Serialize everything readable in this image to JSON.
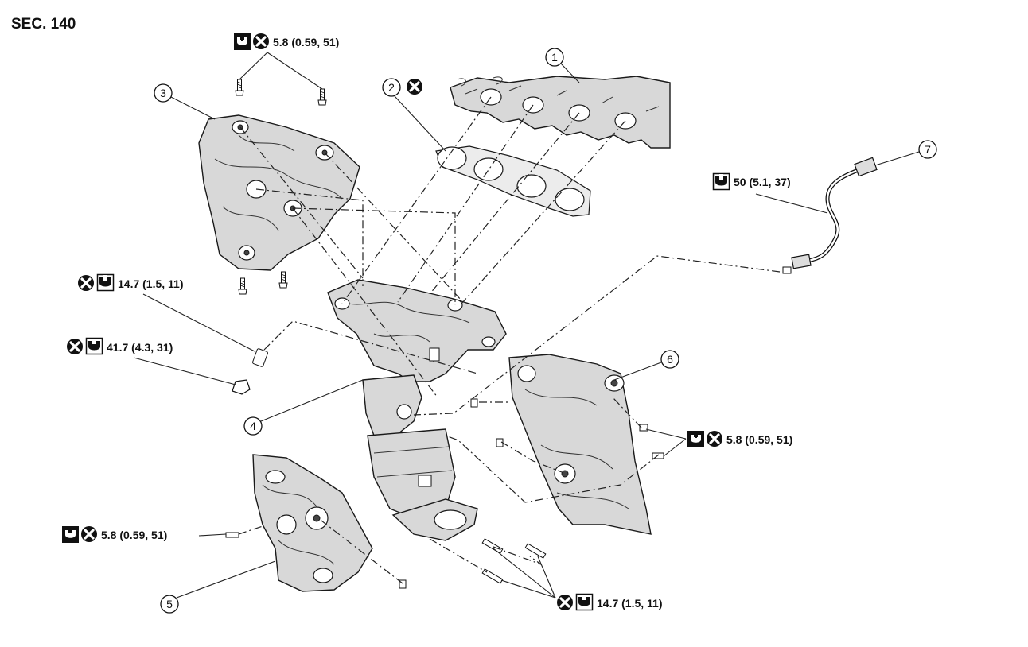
{
  "section_label": "SEC. 140",
  "callouts": [
    "1",
    "2",
    "3",
    "4",
    "5",
    "6",
    "7"
  ],
  "torque_specs": {
    "heat_insulator_upper_bolts": "5.8 (0.59, 51)",
    "air_fuel_ratio_sensor": "50 (5.1, 37)",
    "manifold_stud": "14.7 (1.5, 11)",
    "manifold_nut": "41.7 (4.3, 31)",
    "heat_insulator_lower_right_bolts": "5.8 (0.59, 51)",
    "heat_insulator_lower_left_bolt": "5.8 (0.59, 51)",
    "catalyst_outlet_studs": "14.7 (1.5, 11)"
  },
  "symbols": {
    "replace": "x-circle-icon",
    "tighten": "torque-wrench-icon",
    "socket": "hex-socket-icon"
  }
}
